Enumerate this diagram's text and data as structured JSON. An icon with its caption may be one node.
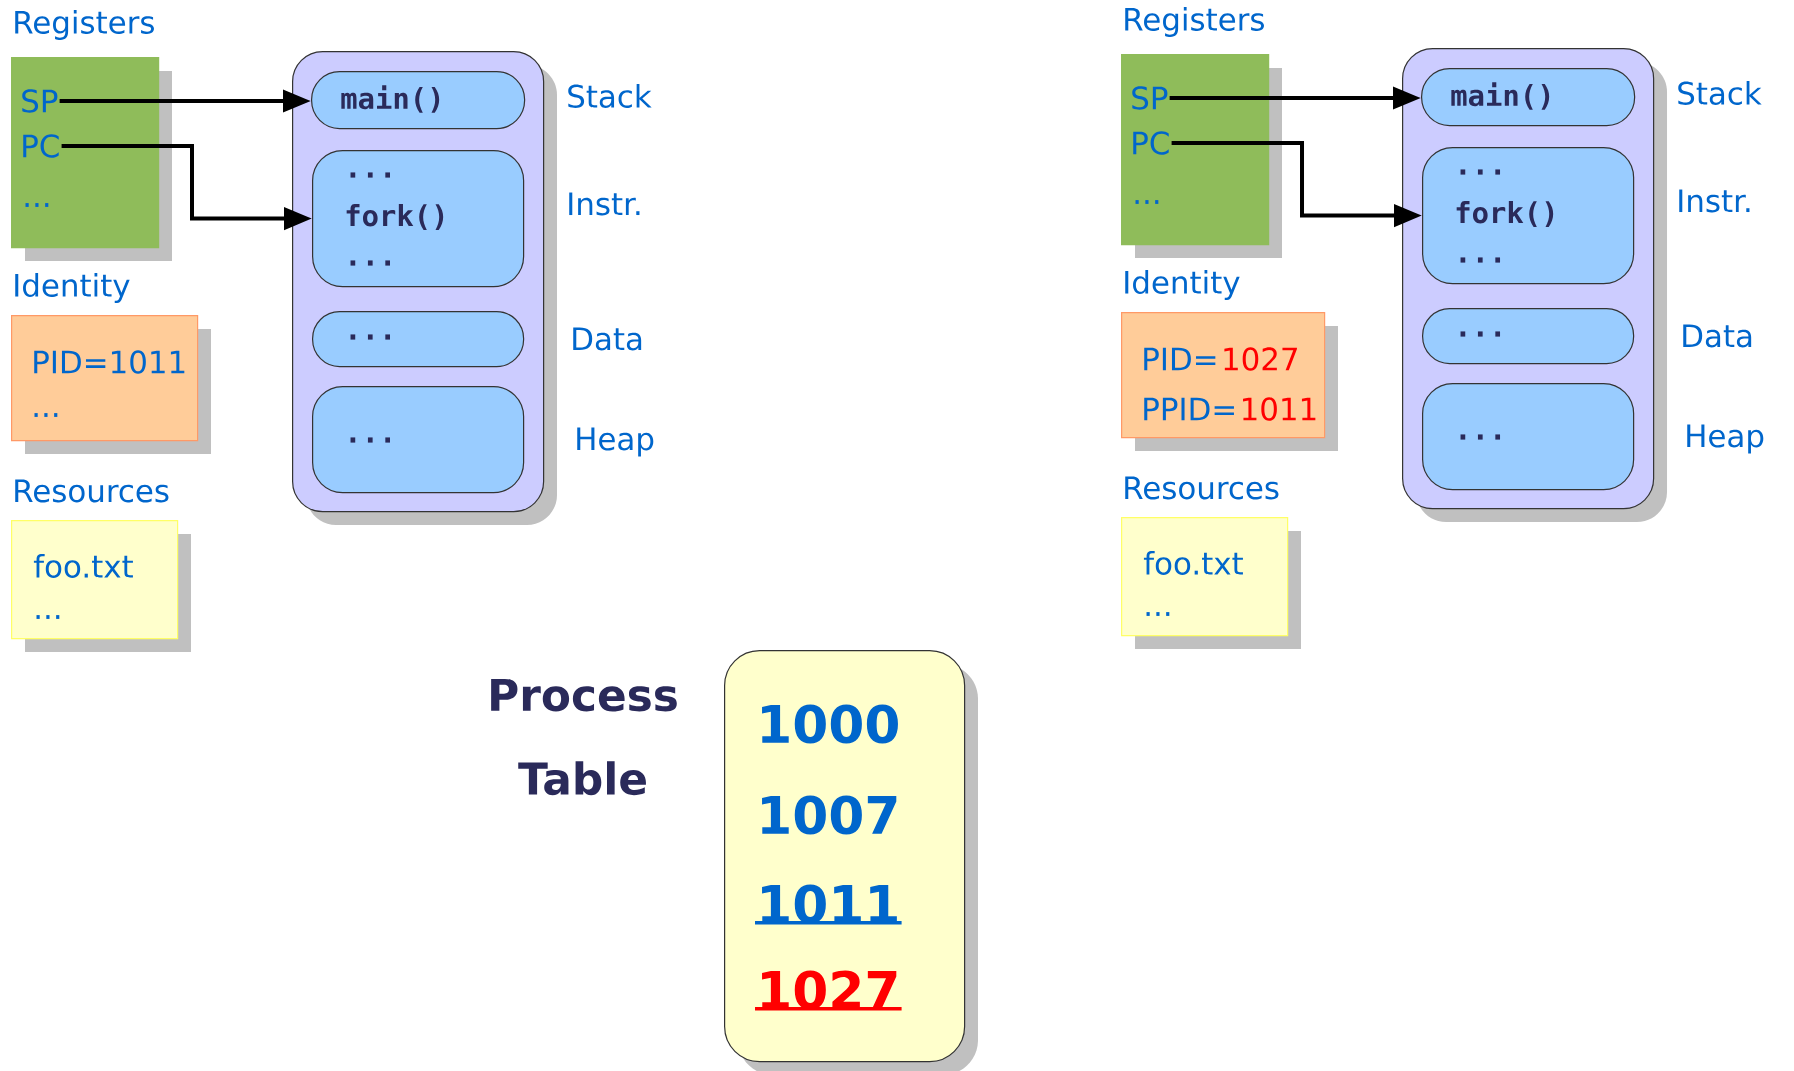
{
  "diagram": {
    "nodes": [
      {
        "text": [
          "Registers",
          "..."
        ]
      },
      {
        "text": [
          "SP"
        ],
        "in": 0
      },
      {
        "text": [
          "PC"
        ],
        "in": 0
      },
      {
        "text": [
          "Identity",
          "PID=1011",
          "..."
        ]
      },
      {
        "text": [
          "Resources",
          "foo.txt",
          "..."
        ]
      },
      {
        "text": [],
        "shape": "box"
      },
      {
        "text": [
          "main()"
        ],
        "in": 5,
        "beside": [
          "Stack"
        ]
      },
      {
        "text": [
          "...",
          "fork()",
          "..."
        ],
        "in": 5,
        "beside": [
          "Instr."
        ]
      },
      {
        "text": [
          "..."
        ],
        "in": 5,
        "beside": [
          "Data"
        ]
      },
      {
        "text": [
          "..."
        ],
        "in": 5,
        "beside": [
          "Heap"
        ]
      },
      {
        "text": [
          "Registers",
          "..."
        ]
      },
      {
        "text": [
          "SP"
        ],
        "in": 10
      },
      {
        "text": [
          "PC"
        ],
        "in": 10
      },
      {
        "text": [
          "Identity",
          "PID=",
          "1027",
          "PPID=",
          "1011"
        ]
      },
      {
        "text": [
          "Resources",
          "foo.txt",
          "..."
        ]
      },
      {
        "text": [],
        "shape": "box"
      },
      {
        "text": [
          "main()"
        ],
        "in": 15,
        "beside": [
          "Stack"
        ]
      },
      {
        "text": [
          "...",
          "fork()",
          "..."
        ],
        "in": 15,
        "beside": [
          "Instr."
        ]
      },
      {
        "text": [
          "..."
        ],
        "in": 15,
        "beside": [
          "Data"
        ]
      },
      {
        "text": [
          "..."
        ],
        "in": 15,
        "beside": [
          "Heap"
        ]
      },
      {
        "text": [
          "1000",
          "1007",
          "1011",
          "1027"
        ],
        "beside": [
          "Process Table"
        ]
      }
    ],
    "edges": [
      {
        "from": 1,
        "to": 6,
        "arrow": "to"
      },
      {
        "from": 2,
        "to": 7,
        "arrow": "to"
      },
      {
        "from": 11,
        "to": 16,
        "arrow": "to"
      },
      {
        "from": 12,
        "to": 17,
        "arrow": "to"
      }
    ]
  }
}
